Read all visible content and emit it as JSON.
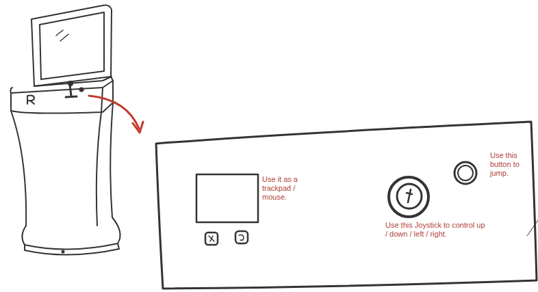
{
  "diagram": {
    "labels": [
      "Use it as a trackpad / mouse.",
      "Use this Joystick to control up / down / left / right.",
      "Use this button to jump."
    ]
  }
}
